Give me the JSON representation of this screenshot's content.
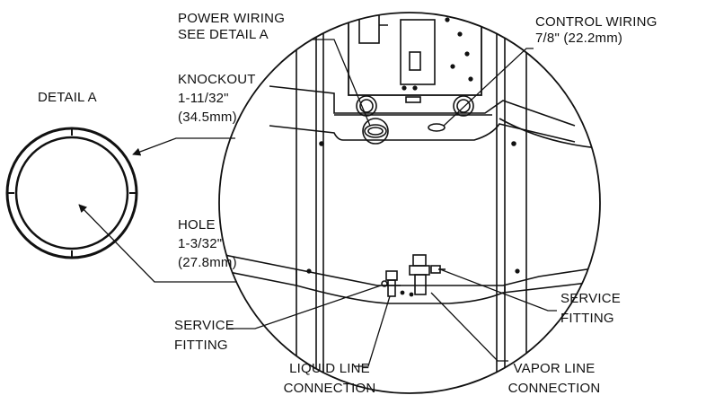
{
  "detail": {
    "title": "DETAIL A",
    "knockout": {
      "name": "KNOCKOUT",
      "size": "1-11/32\"",
      "metric": "(34.5mm)"
    },
    "hole": {
      "name": "HOLE",
      "size": "1-3/32\"",
      "metric": "(27.8mm)"
    }
  },
  "labels": {
    "power_wiring": {
      "line1": "POWER WIRING",
      "line2": "SEE DETAIL A"
    },
    "control_wiring": {
      "line1": "CONTROL WIRING",
      "line2": "7/8\" (22.2mm)"
    },
    "service_fitting_left": {
      "line1": "SERVICE",
      "line2": "FITTING"
    },
    "service_fitting_right": {
      "line1": "SERVICE",
      "line2": "FITTING"
    },
    "liquid_line": {
      "line1": "LIQUID LINE",
      "line2": "CONNECTION"
    },
    "vapor_line": {
      "line1": "VAPOR LINE",
      "line2": "CONNECTION"
    }
  },
  "colors": {
    "line": "#111111",
    "background": "#ffffff"
  }
}
